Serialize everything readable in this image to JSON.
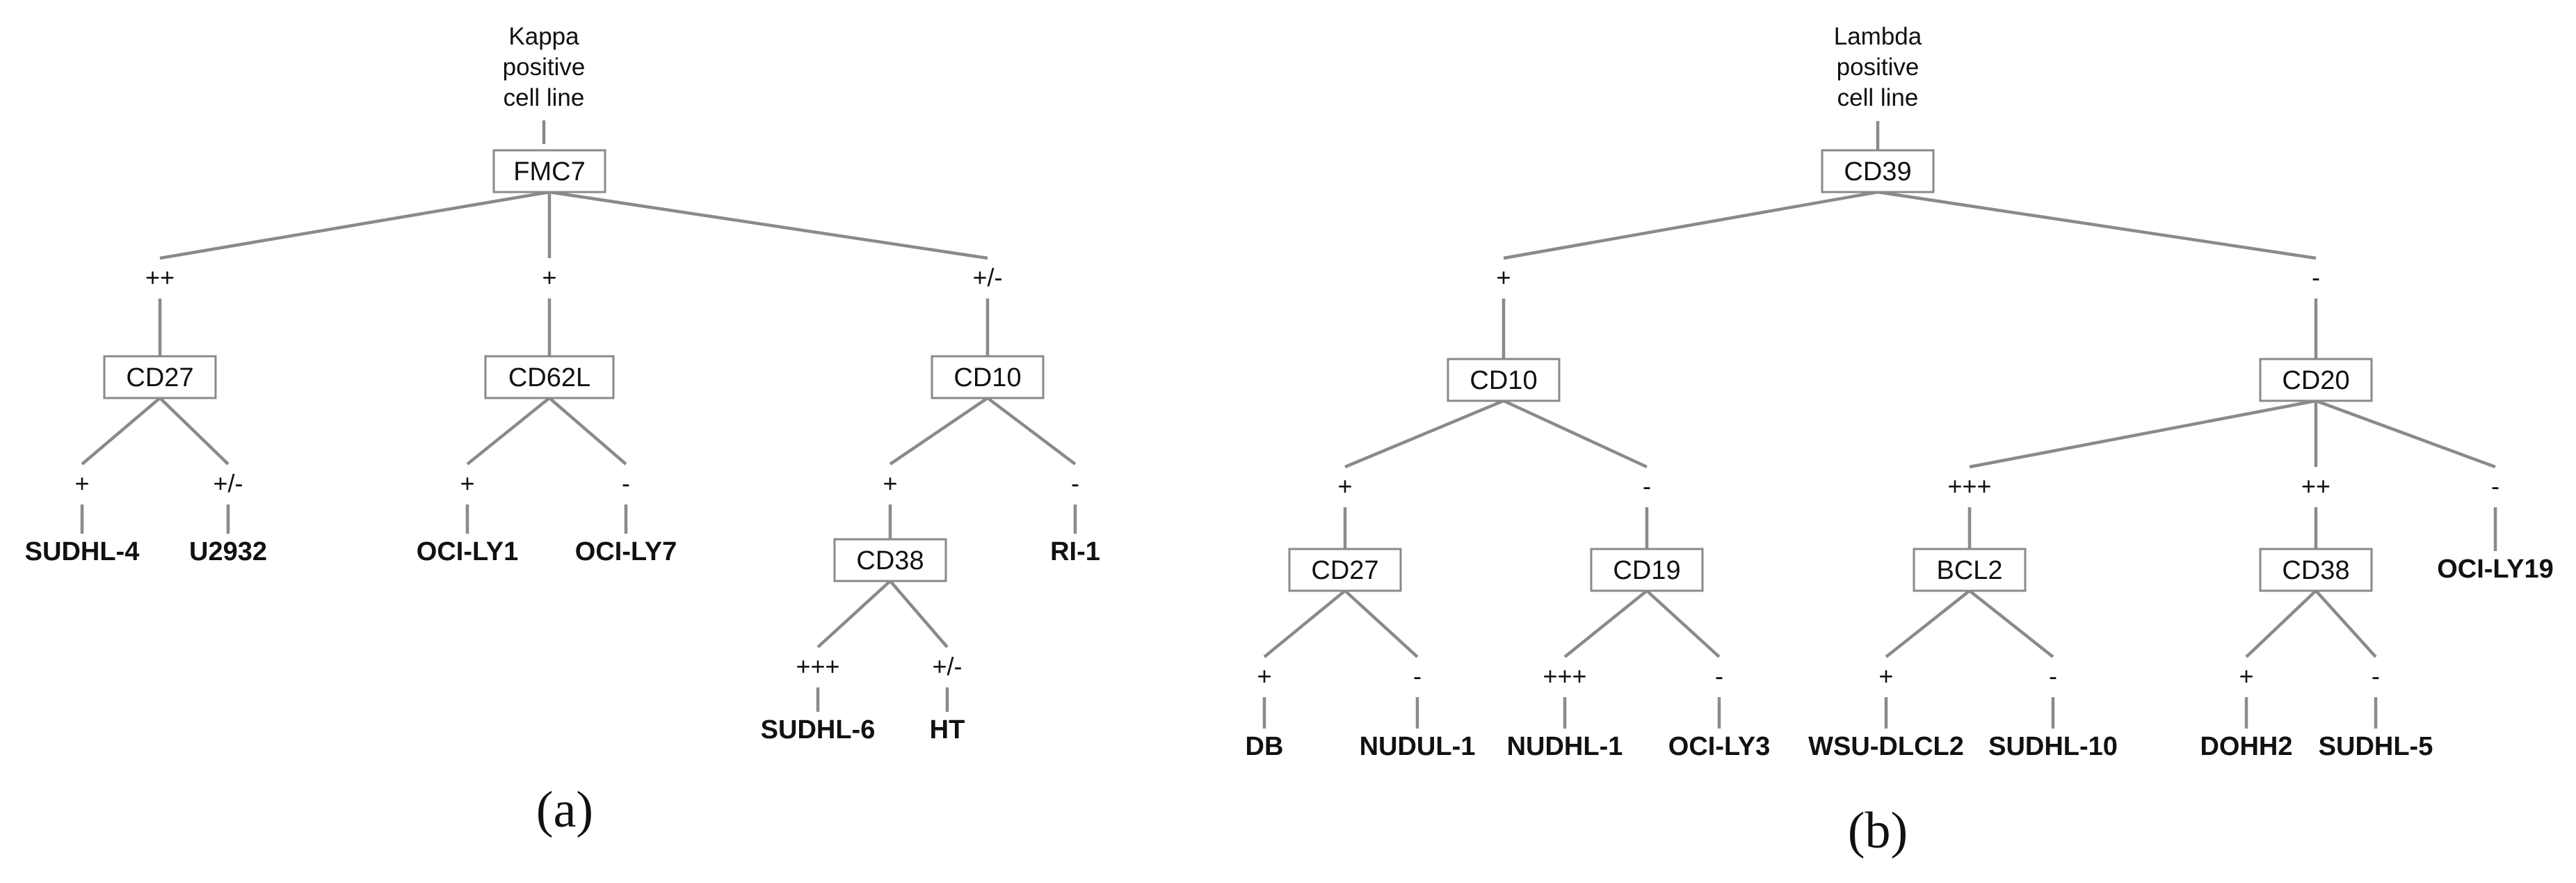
{
  "panels": [
    {
      "label": "(a)",
      "root": [
        "Kappa",
        "positive",
        "cell line"
      ],
      "tree": {
        "marker": "FMC7",
        "children": [
          {
            "edge": "++",
            "node": {
              "marker": "CD27",
              "children": [
                {
                  "edge": "+",
                  "node": {
                    "leaf": "SUDHL-4"
                  }
                },
                {
                  "edge": "+/-",
                  "node": {
                    "leaf": "U2932"
                  }
                }
              ]
            }
          },
          {
            "edge": "+",
            "node": {
              "marker": "CD62L",
              "children": [
                {
                  "edge": "+",
                  "node": {
                    "leaf": "OCI-LY1"
                  }
                },
                {
                  "edge": "-",
                  "node": {
                    "leaf": "OCI-LY7"
                  }
                }
              ]
            }
          },
          {
            "edge": "+/-",
            "node": {
              "marker": "CD10",
              "children": [
                {
                  "edge": "+",
                  "node": {
                    "marker": "CD38",
                    "children": [
                      {
                        "edge": "+++",
                        "node": {
                          "leaf": "SUDHL-6"
                        }
                      },
                      {
                        "edge": "+/-",
                        "node": {
                          "leaf": "HT"
                        }
                      }
                    ]
                  }
                },
                {
                  "edge": "-",
                  "node": {
                    "leaf": "RI-1"
                  }
                }
              ]
            }
          }
        ]
      }
    },
    {
      "label": "(b)",
      "root": [
        "Lambda",
        "positive",
        "cell line"
      ],
      "tree": {
        "marker": "CD39",
        "children": [
          {
            "edge": "+",
            "node": {
              "marker": "CD10",
              "children": [
                {
                  "edge": "+",
                  "node": {
                    "marker": "CD27",
                    "children": [
                      {
                        "edge": "+",
                        "node": {
                          "leaf": "DB"
                        }
                      },
                      {
                        "edge": "-",
                        "node": {
                          "leaf": "NUDUL-1"
                        }
                      }
                    ]
                  }
                },
                {
                  "edge": "-",
                  "node": {
                    "marker": "CD19",
                    "children": [
                      {
                        "edge": "+++",
                        "node": {
                          "leaf": "NUDHL-1"
                        }
                      },
                      {
                        "edge": "-",
                        "node": {
                          "leaf": "OCI-LY3"
                        }
                      }
                    ]
                  }
                }
              ]
            }
          },
          {
            "edge": "-",
            "node": {
              "marker": "CD20",
              "children": [
                {
                  "edge": "+++",
                  "node": {
                    "marker": "BCL2",
                    "children": [
                      {
                        "edge": "+",
                        "node": {
                          "leaf": "WSU-DLCL2"
                        }
                      },
                      {
                        "edge": "-",
                        "node": {
                          "leaf": "SUDHL-10"
                        }
                      }
                    ]
                  }
                },
                {
                  "edge": "++",
                  "node": {
                    "marker": "CD38",
                    "children": [
                      {
                        "edge": "+",
                        "node": {
                          "leaf": "DOHH2"
                        }
                      },
                      {
                        "edge": "-",
                        "node": {
                          "leaf": "SUDHL-5"
                        }
                      }
                    ]
                  }
                },
                {
                  "edge": "-",
                  "node": {
                    "leaf": "OCI-LY19"
                  }
                }
              ]
            }
          }
        ]
      }
    }
  ]
}
